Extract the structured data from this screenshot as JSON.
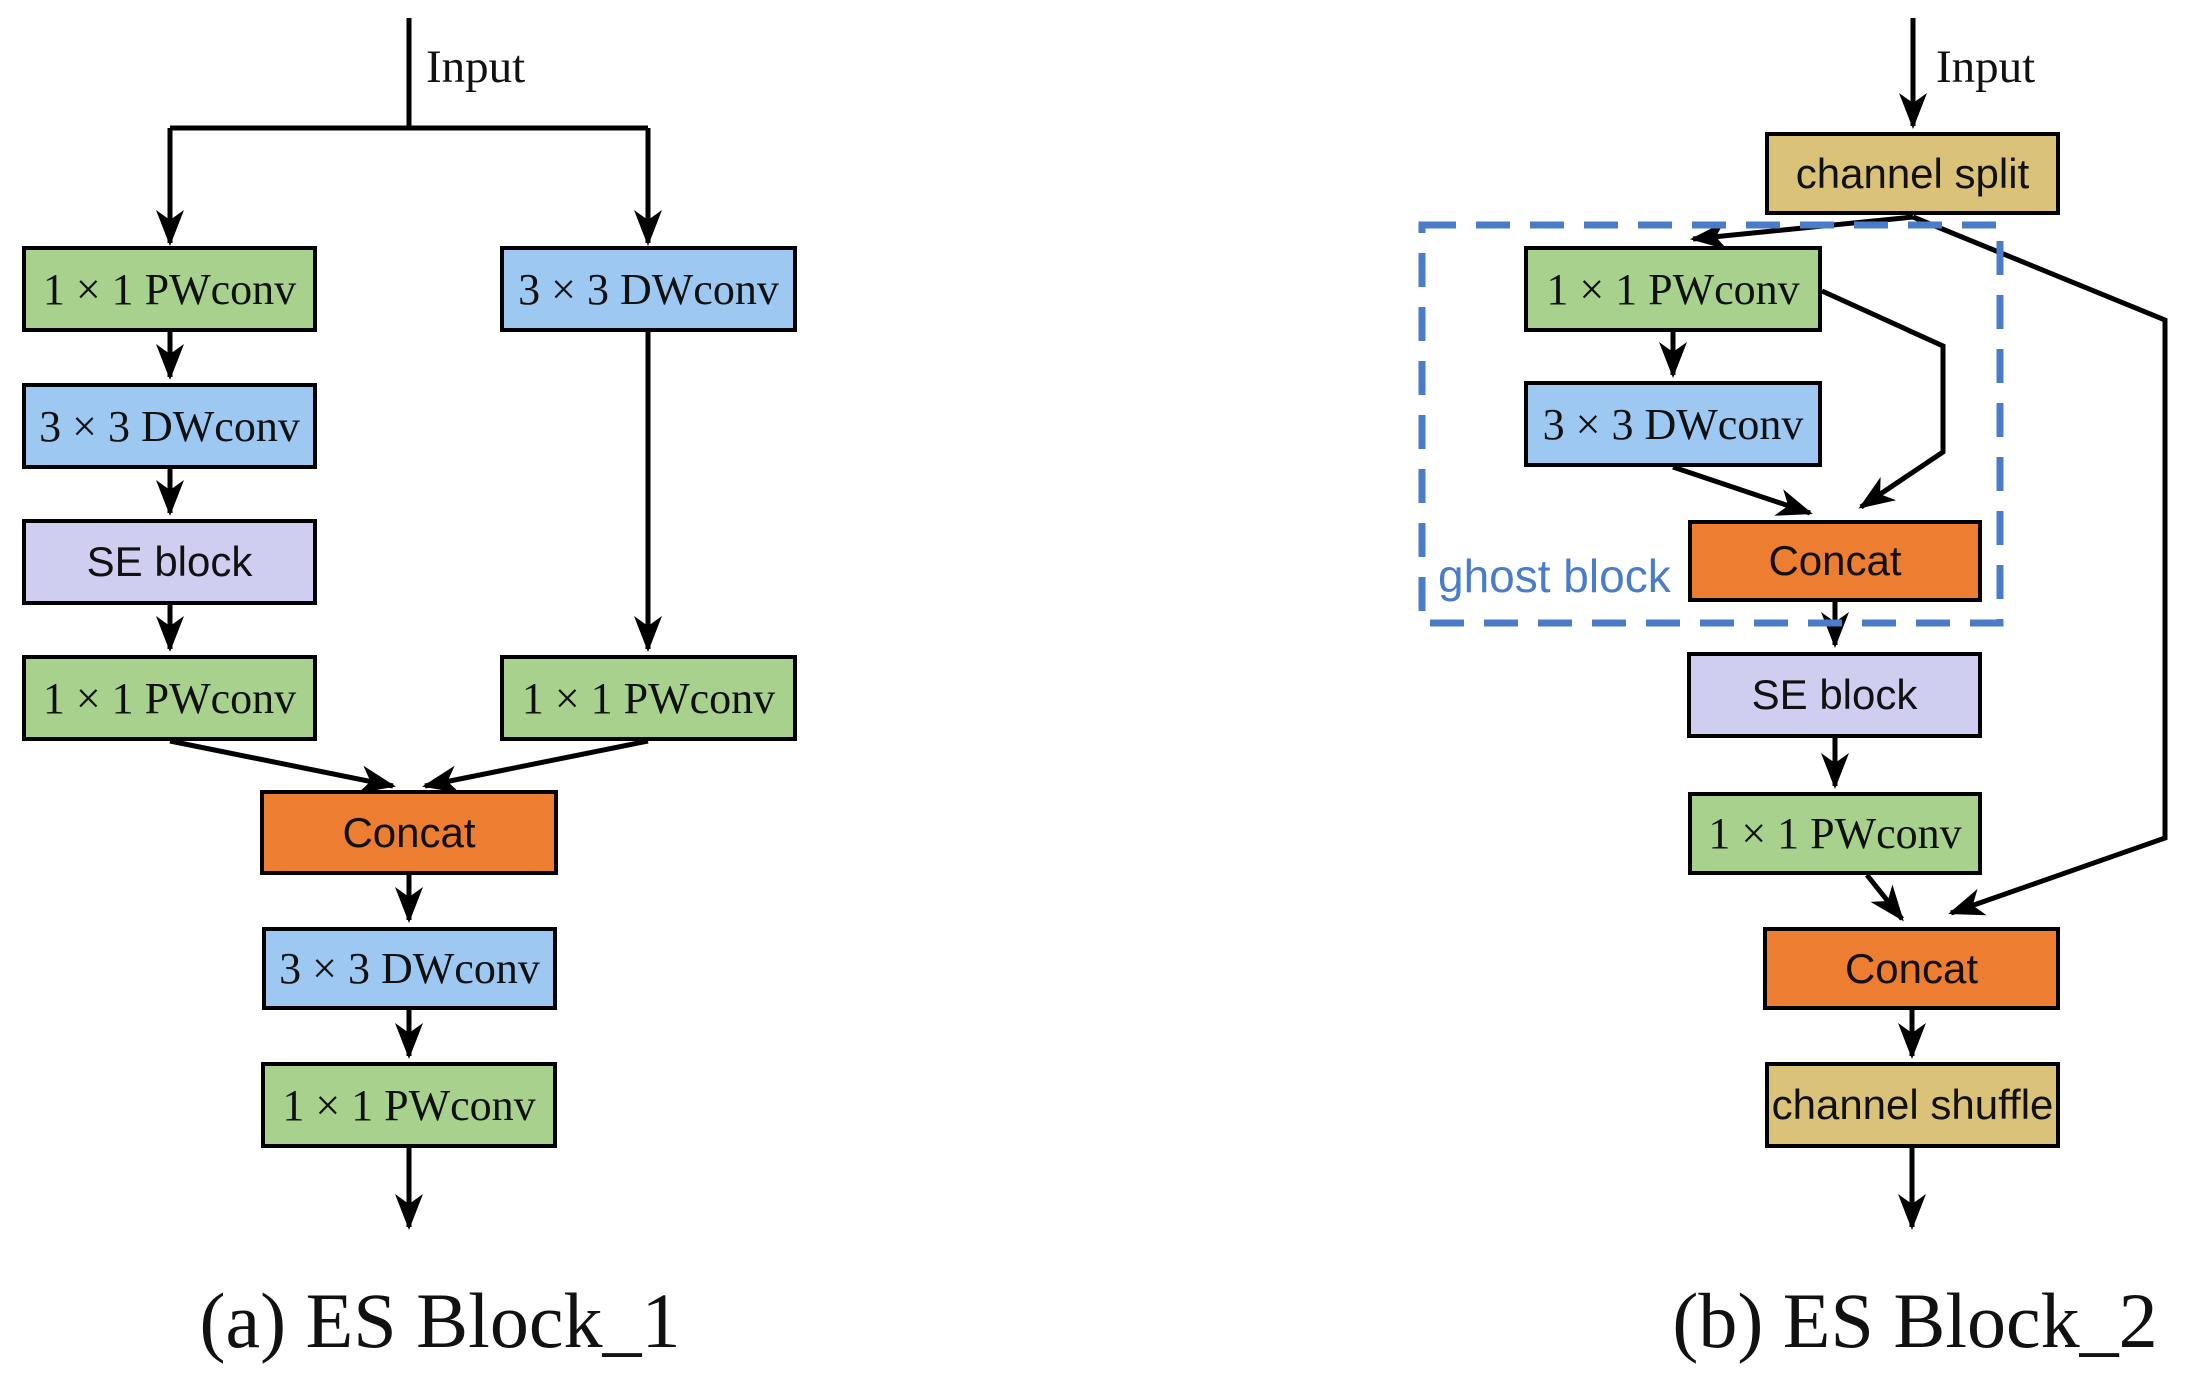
{
  "colors": {
    "pwconv": "#a9d18e",
    "dwconv": "#9cc8f2",
    "se": "#cfcdf0",
    "concat": "#ed7d31",
    "channel": "#dbc279",
    "ghost": "#4a7cc7",
    "line": "#000000"
  },
  "diagram_a": {
    "input_label": "Input",
    "caption": "(a) ES Block_1",
    "nodes": {
      "pw1": "1 × 1 PWconv",
      "dw1": "3 × 3 DWconv",
      "se": "SE block",
      "pw2": "1 × 1 PWconv",
      "dw_right": "3 × 3 DWconv",
      "pw_right": "1 × 1 PWconv",
      "concat": "Concat",
      "dw2": "3 × 3 DWconv",
      "pw3": "1 × 1 PWconv"
    }
  },
  "diagram_b": {
    "input_label": "Input",
    "ghost_label": "ghost block",
    "caption": "(b) ES Block_2",
    "nodes": {
      "split": "channel split",
      "pw1": "1 × 1 PWconv",
      "dw1": "3 × 3 DWconv",
      "concat1": "Concat",
      "se": "SE block",
      "pw2": "1 × 1 PWconv",
      "concat2": "Concat",
      "shuffle": "channel shuffle"
    }
  }
}
